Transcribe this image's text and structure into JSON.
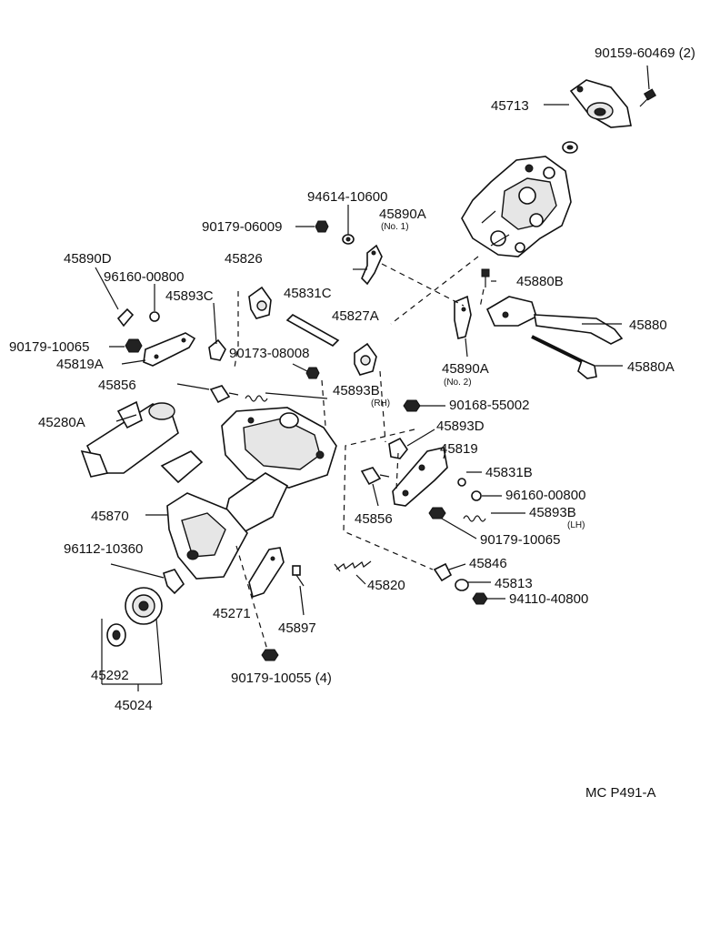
{
  "labels": {
    "p90159": "90159-60469 (2)",
    "p45713": "45713",
    "p94614": "94614-10600",
    "p90179_06009": "90179-06009",
    "p45890A_1": "45890A",
    "p45890A_1_sub": "(No. 1)",
    "p45890D": "45890D",
    "p96160_a": "96160-00800",
    "p45826": "45826",
    "p45831C": "45831C",
    "p45880B": "45880B",
    "p45893C": "45893C",
    "p45827A": "45827A",
    "p45880": "45880",
    "p90179_10065_a": "90179-10065",
    "p45819A": "45819A",
    "p90173": "90173-08008",
    "p45890A_2": "45890A",
    "p45890A_2_sub": "(No. 2)",
    "p45880A": "45880A",
    "p45856_a": "45856",
    "p45893B_rh": "45893B",
    "p45893B_rh_sub": "(RH)",
    "p90168": "90168-55002",
    "p45280A": "45280A",
    "p45893D": "45893D",
    "p45819": "45819",
    "p45831B": "45831B",
    "p96160_b": "96160-00800",
    "p45870": "45870",
    "p45856_b": "45856",
    "p45893B_lh": "45893B",
    "p45893B_lh_sub": "(LH)",
    "p90179_10065_b": "90179-10065",
    "p96112": "96112-10360",
    "p45846": "45846",
    "p45813": "45813",
    "p94110": "94110-40800",
    "p45820": "45820",
    "p45271": "45271",
    "p45897": "45897",
    "p45292": "45292",
    "p90179_10055": "90179-10055 (4)",
    "p45024": "45024"
  },
  "diagram_code": "MC P491-A"
}
